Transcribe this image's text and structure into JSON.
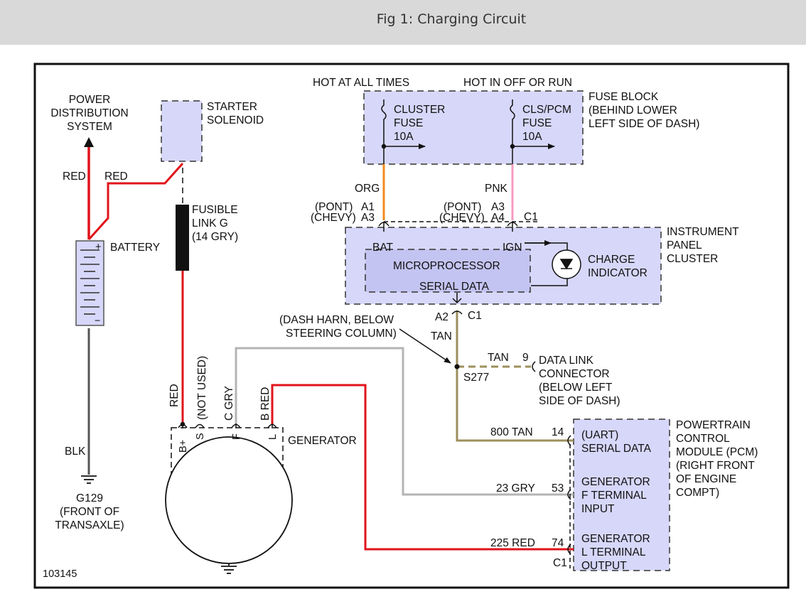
{
  "figure": {
    "title": "Fig 1: Charging Circuit",
    "id_number": "103145"
  },
  "colors": {
    "red": "#e0141b",
    "gray": "#b4b4b4",
    "tan": "#9c8f5c",
    "black": "#111111",
    "orange": "#f08a1c",
    "pink": "#f49ac1",
    "dark_wire": "#555555",
    "box_fill": "#d7d7fa",
    "box_fill_dark": "#c4c4f2",
    "header_bg": "#d9d9d9"
  },
  "labels": {
    "power_dist": [
      "POWER",
      "DISTRIBUTION",
      "SYSTEM"
    ],
    "red_left": "RED",
    "red_mid": "RED",
    "starter": [
      "STARTER",
      "SOLENOID"
    ],
    "battery": "BATTERY",
    "plus": "+",
    "minus": "−",
    "fusible": [
      "FUSIBLE",
      "LINK G",
      "(14 GRY)"
    ],
    "blk": "BLK",
    "ground": [
      "G129",
      "(FRONT OF",
      "TRANSAXLE)"
    ],
    "red_gen": "RED",
    "not_used": "(NOT USED)",
    "c_gry": "C  GRY",
    "b_red": "B  RED",
    "terminals": [
      "B+",
      "S",
      "F",
      "L"
    ],
    "generator": "GENERATOR",
    "hot_all": "HOT AT ALL TIMES",
    "hot_run": "HOT IN OFF OR RUN",
    "cluster_fuse": [
      "CLUSTER",
      "FUSE",
      "10A"
    ],
    "cls_fuse": [
      "CLS/PCM",
      "FUSE",
      "10A"
    ],
    "fuse_block": [
      "FUSE BLOCK",
      "(BEHIND LOWER",
      "LEFT SIDE OF DASH)"
    ],
    "org": "ORG",
    "pnk": "PNK",
    "pont_chevy_left": [
      "(PONT)",
      "(CHEVY)"
    ],
    "pins_left": [
      "A1",
      "A3"
    ],
    "pont_chevy_right": [
      "(PONT)",
      "(CHEVY)"
    ],
    "pins_right": [
      "A3",
      "A4"
    ],
    "c1_top": "C1",
    "ipc": [
      "INSTRUMENT",
      "PANEL",
      "CLUSTER"
    ],
    "bat": "BAT",
    "ign": "IGN",
    "microprocessor": "MICROPROCESSOR",
    "serial_data": "SERIAL DATA",
    "charge": [
      "CHARGE",
      "INDICATOR"
    ],
    "a2": "A2",
    "c1_mid": "C1",
    "tan": "TAN",
    "dash_harn": [
      "(DASH HARN, BELOW",
      "STEERING COLUMN)"
    ],
    "tan_dlc": "TAN",
    "pin_9": "9",
    "s277": "S277",
    "dlc": [
      "DATA LINK",
      "CONNECTOR",
      "(BELOW LEFT",
      "SIDE OF DASH)"
    ],
    "w800": "800  TAN",
    "p14": "14",
    "w23": "23  GRY",
    "p53": "53",
    "w225": "225  RED",
    "p74": "74",
    "c1_bottom": "C1",
    "uart": [
      "(UART)",
      "SERIAL DATA"
    ],
    "gen_f": [
      "GENERATOR",
      "F TERMINAL",
      "INPUT"
    ],
    "gen_l": [
      "GENERATOR",
      "L TERMINAL",
      "OUTPUT"
    ],
    "pcm": [
      "POWERTRAIN",
      "CONTROL",
      "MODULE (PCM)",
      "(RIGHT FRONT",
      "OF ENGINE",
      "COMPT)"
    ]
  }
}
